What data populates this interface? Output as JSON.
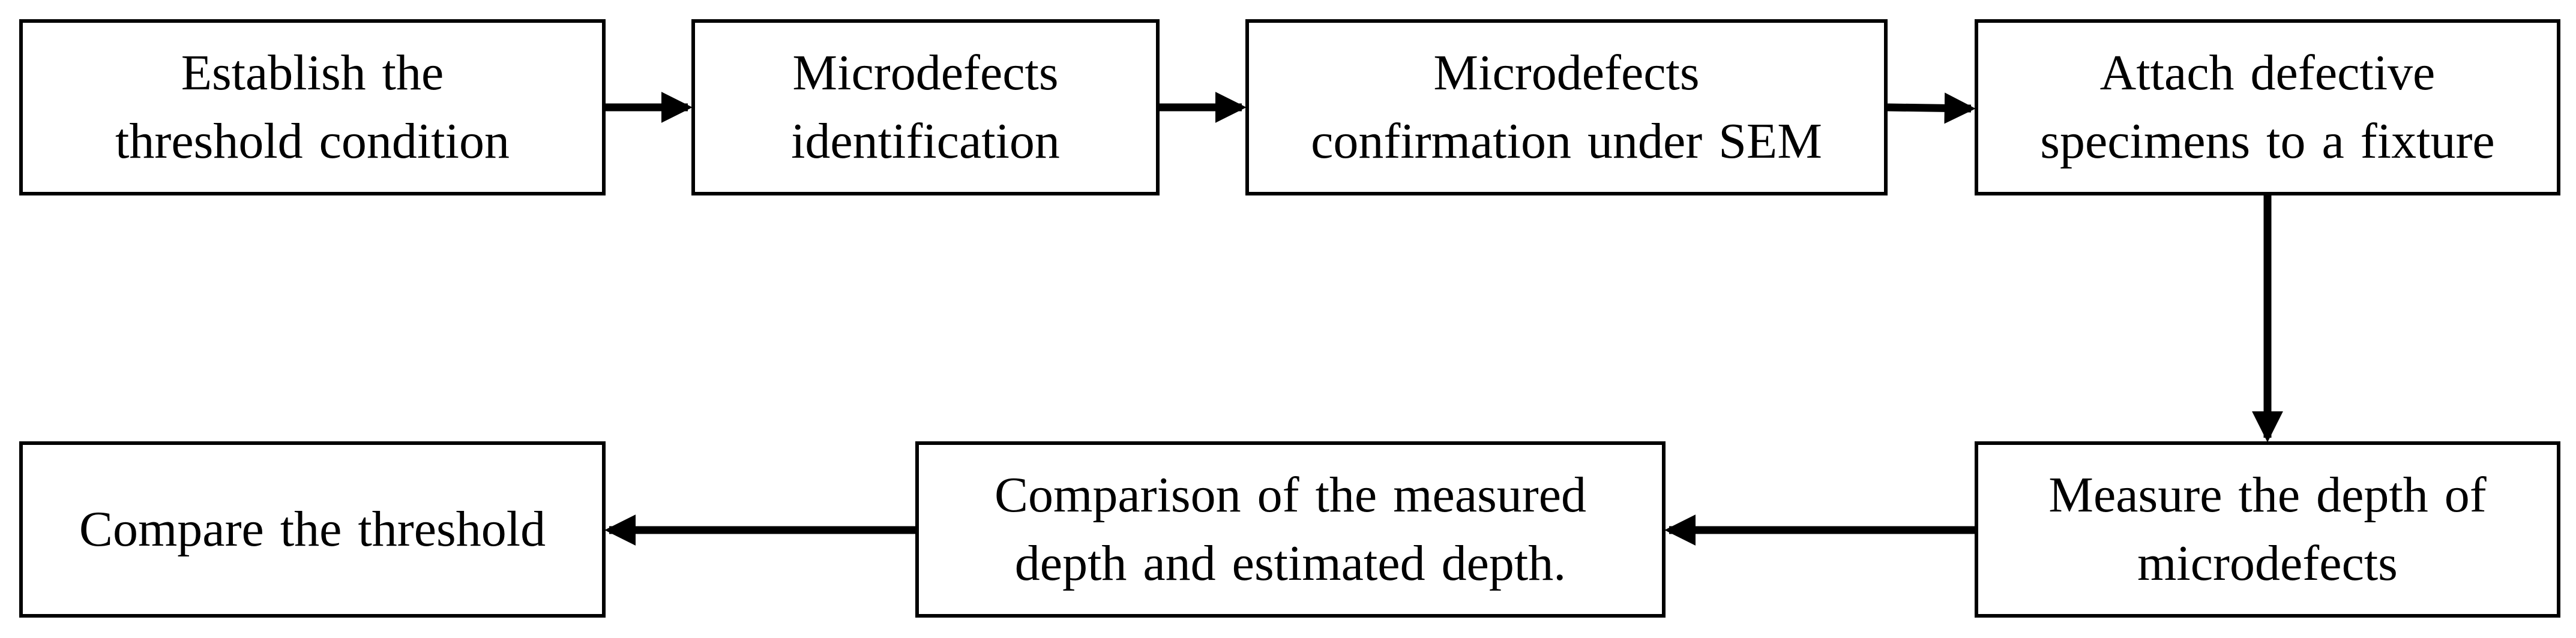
{
  "diagram": {
    "type": "flowchart",
    "steps": [
      {
        "id": "b1",
        "label": "Establish  the\nthreshold  condition"
      },
      {
        "id": "b2",
        "label": "Microdefects\nidentification"
      },
      {
        "id": "b3",
        "label": "Microdefects\nconfirmation  under  SEM"
      },
      {
        "id": "b4",
        "label": "Attach  defective\nspecimens to a fixture"
      },
      {
        "id": "b5",
        "label": "Measure  the  depth  of\nmicrodefects"
      },
      {
        "id": "b6",
        "label": "Comparison  of  the measured\ndepth and estimated depth."
      },
      {
        "id": "b7",
        "label": "Compare  the threshold"
      }
    ],
    "connections": [
      {
        "from": "b1",
        "to": "b2"
      },
      {
        "from": "b2",
        "to": "b3"
      },
      {
        "from": "b3",
        "to": "b4"
      },
      {
        "from": "b4",
        "to": "b5"
      },
      {
        "from": "b5",
        "to": "b6"
      },
      {
        "from": "b6",
        "to": "b7"
      }
    ]
  }
}
